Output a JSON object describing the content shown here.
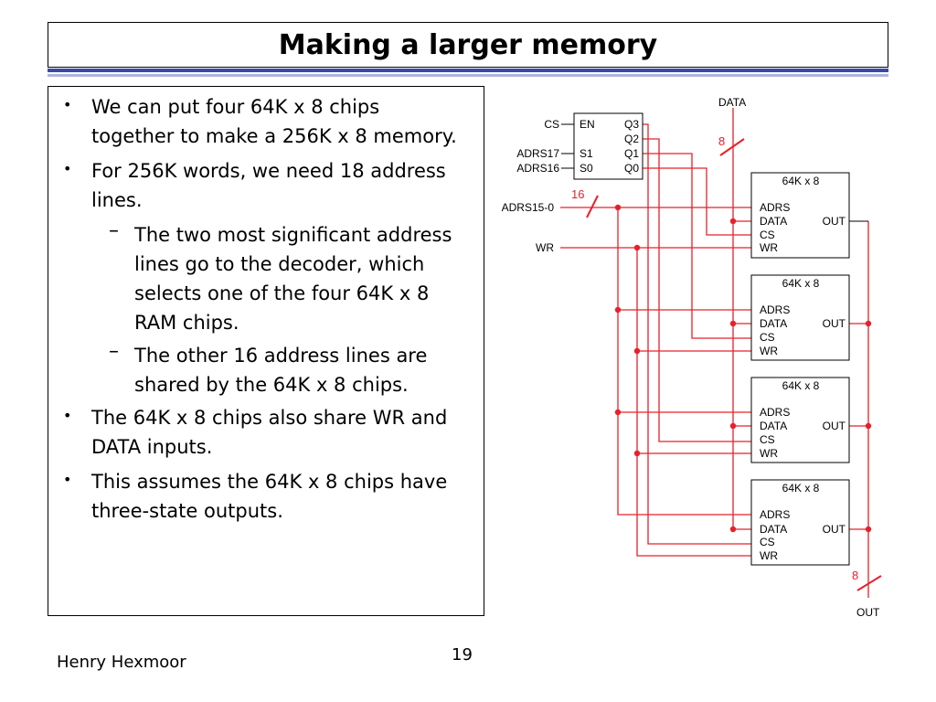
{
  "title": "Making a larger memory",
  "bullets": {
    "b1": "We can put four 64K x 8 chips together to make a 256K x 8 memory.",
    "b2": "For 256K words, we need 18 address lines.",
    "b2_sub1": "The two most significant address lines go to the decoder, which selects one of the four 64K x 8 RAM chips.",
    "b2_sub2": "The other 16 address lines are shared by the 64K x 8 chips.",
    "b3": "The 64K x 8 chips also share WR and DATA inputs.",
    "b4": "This assumes the 64K x 8 chips have three-state outputs."
  },
  "circuit": {
    "data_label": "DATA",
    "out_label": "OUT",
    "bus_width_data": "8",
    "bus_width_out": "8",
    "bus_width_addr": "16",
    "inputs": {
      "cs": "CS",
      "adrs17": "ADRS17",
      "adrs16": "ADRS16",
      "adrs15_0": "ADRS15-0",
      "wr": "WR"
    },
    "decoder": {
      "en": "EN",
      "s1": "S1",
      "s0": "S0",
      "q3": "Q3",
      "q2": "Q2",
      "q1": "Q1",
      "q0": "Q0"
    },
    "chip": {
      "title": "64K x 8",
      "adrs": "ADRS",
      "data": "DATA",
      "cs": "CS",
      "wr": "WR",
      "out": "OUT"
    },
    "colors": {
      "wire": "#e8202a",
      "gate": "#000000"
    }
  },
  "footer": {
    "author": "Henry Hexmoor",
    "page": "19"
  }
}
